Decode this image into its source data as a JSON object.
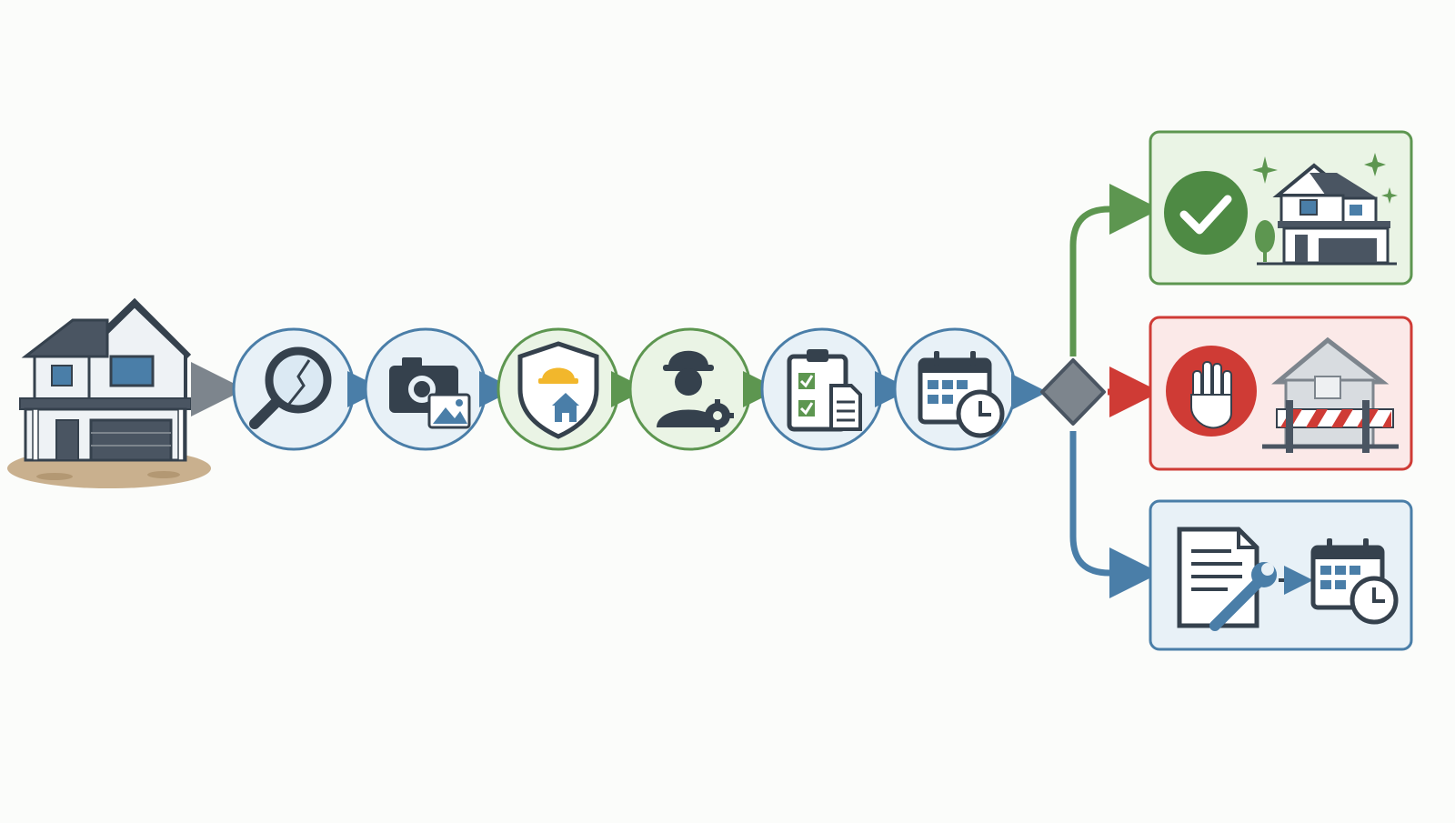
{
  "diagram": {
    "type": "process-flow",
    "start": {
      "icon": "house-under-construction-icon"
    },
    "steps": [
      {
        "icon": "crack-inspection-magnifier-icon",
        "ring": "blue"
      },
      {
        "icon": "camera-photo-icon",
        "ring": "blue"
      },
      {
        "icon": "safety-shield-hard-hat-house-icon",
        "ring": "green"
      },
      {
        "icon": "worker-gear-icon",
        "ring": "green"
      },
      {
        "icon": "checklist-document-icon",
        "ring": "blue"
      },
      {
        "icon": "calendar-clock-icon",
        "ring": "blue"
      }
    ],
    "decision": {
      "icon": "decision-diamond-icon"
    },
    "outcomes": [
      {
        "id": "approved",
        "icon": "approved-check-house-icon",
        "color": "green"
      },
      {
        "id": "stopped",
        "icon": "stop-hand-barricade-house-icon",
        "color": "red"
      },
      {
        "id": "repair-reschedule",
        "icon": "repair-document-reschedule-icon",
        "color": "blue"
      }
    ]
  },
  "colors": {
    "background": "#fbfcfa",
    "blue": "#4a7ea8",
    "blue_fill": "#e8f1f7",
    "green": "#5d9650",
    "green_fill": "#eaf4e5",
    "red": "#cf3b35",
    "red_fill": "#fbe9e8",
    "gray": "#7d858d",
    "dark": "#35414d",
    "yellow": "#f2b72c"
  }
}
